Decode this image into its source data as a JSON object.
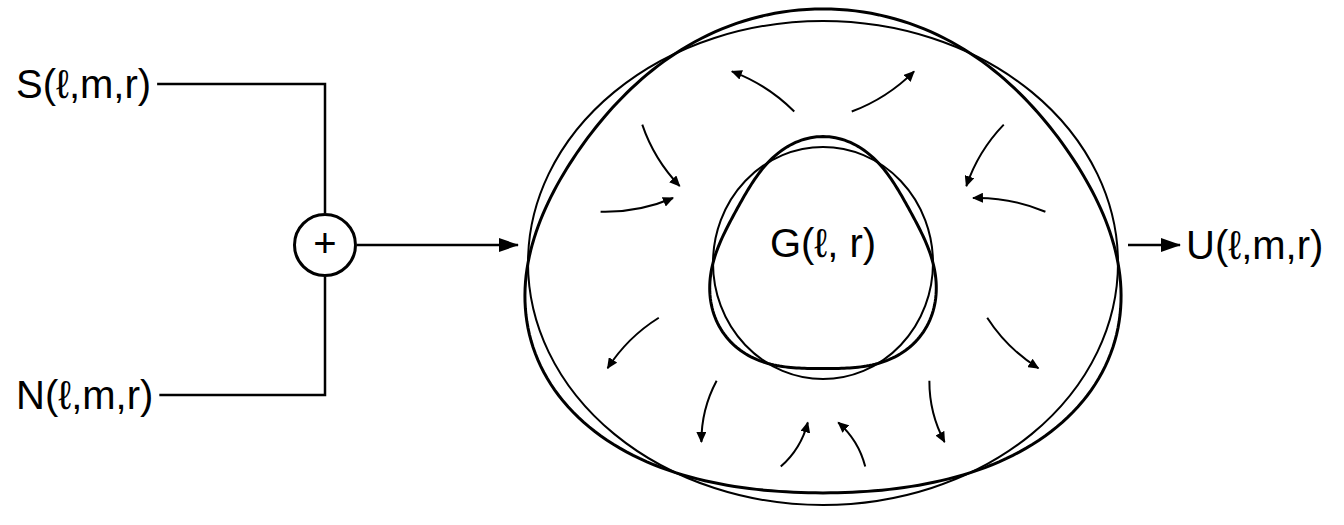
{
  "diagram": {
    "nodes": [
      {
        "text": [
          "S(ℓ,m,r)"
        ]
      },
      {
        "text": [
          "N(ℓ,m,r)"
        ]
      },
      {
        "text": [
          "+"
        ]
      },
      {
        "text": [
          "G(ℓ, r)"
        ]
      },
      {
        "text": [
          "U(ℓ,m,r)"
        ]
      }
    ],
    "edges": [
      {
        "from": 0,
        "to": 2,
        "arrow": "none"
      },
      {
        "from": 1,
        "to": 2,
        "arrow": "none"
      },
      {
        "from": 2,
        "to": 3,
        "arrow": "to"
      },
      {
        "from": 3,
        "to": 4,
        "arrow": "to"
      }
    ]
  }
}
